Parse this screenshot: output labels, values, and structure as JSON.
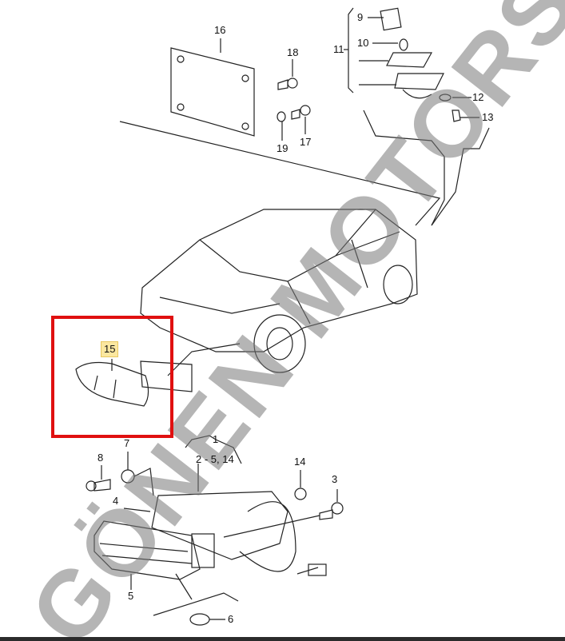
{
  "diagram": {
    "labels": {
      "p1": "1",
      "p2_5_14": "2 - 5, 14",
      "p3": "3",
      "p4": "4",
      "p5": "5",
      "p6": "6",
      "p7": "7",
      "p8": "8",
      "p9": "9",
      "p10": "10",
      "p11": "11",
      "p12": "12",
      "p13": "13",
      "p14": "14",
      "p15": "15",
      "p16": "16",
      "p17": "17",
      "p18": "18",
      "p19": "19"
    },
    "highlighted_part": "15",
    "watermark": "GÖNEN MOTORS",
    "colors": {
      "highlight": "#e01010",
      "label_highlight": "#fbe7a0",
      "watermark": "#8a8a8a"
    }
  }
}
